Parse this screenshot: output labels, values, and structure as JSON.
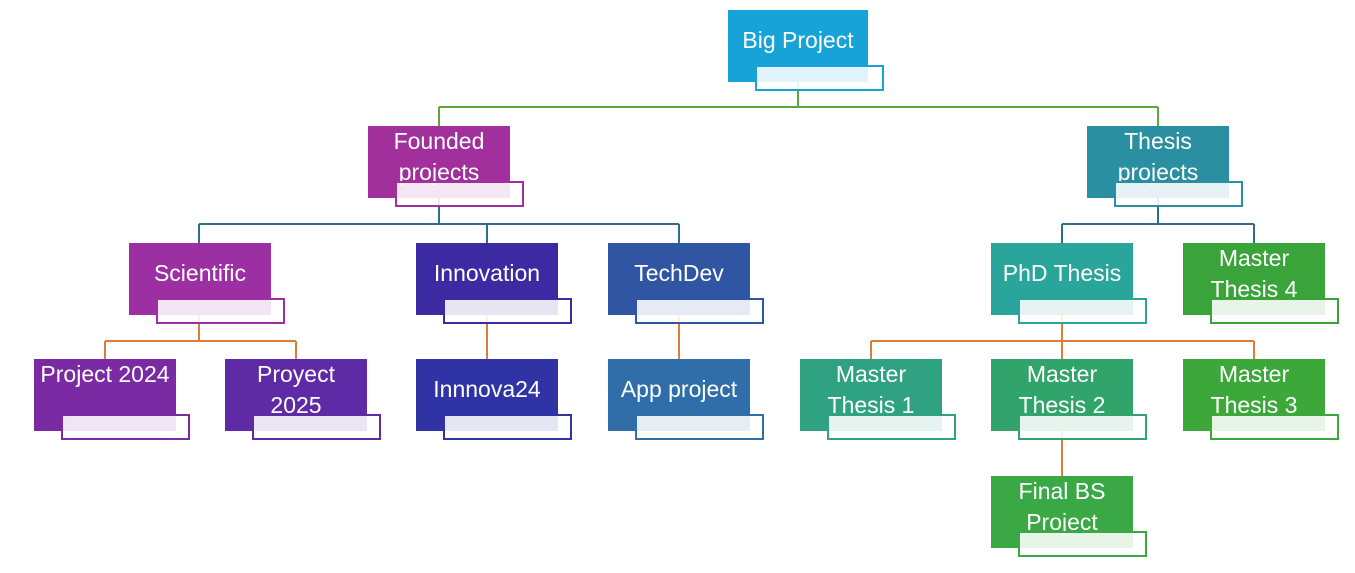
{
  "colors": {
    "line_top": "#5aa83c",
    "line_mid": "#2f6e8a",
    "line_low": "#e07b39"
  },
  "nodes": {
    "big_project": {
      "label": "Big Project",
      "color": "#17a2d8"
    },
    "founded_projects": {
      "label": "Founded projects",
      "color": "#a1309c"
    },
    "thesis_projects": {
      "label": "Thesis projects",
      "color": "#2a8fa0"
    },
    "scientific": {
      "label": "Scientific",
      "color": "#9c2fa2"
    },
    "innovation": {
      "label": "Innovation",
      "color": "#3b2aa2"
    },
    "techdev": {
      "label": "TechDev",
      "color": "#2f55a3"
    },
    "phd_thesis": {
      "label": "PhD Thesis",
      "color": "#2aa59b"
    },
    "master_thesis_4": {
      "label": "Master Thesis 4",
      "color": "#3aa33a"
    },
    "project_2024": {
      "label": "Project 2024",
      "color": "#7a2aa2"
    },
    "proyect_2025": {
      "label": "Proyect 2025",
      "color": "#5f2aa5"
    },
    "innnova24": {
      "label": "Innnova24",
      "color": "#2f33a3"
    },
    "app_project": {
      "label": "App project",
      "color": "#2f6ea8"
    },
    "master_thesis_1": {
      "label": "Master Thesis 1",
      "color": "#2fa282"
    },
    "master_thesis_2": {
      "label": "Master Thesis 2",
      "color": "#31a46c"
    },
    "master_thesis_3": {
      "label": "Master Thesis 3",
      "color": "#3ca83a"
    },
    "final_bs_project": {
      "label": "Final BS Project",
      "color": "#3aa845"
    }
  }
}
